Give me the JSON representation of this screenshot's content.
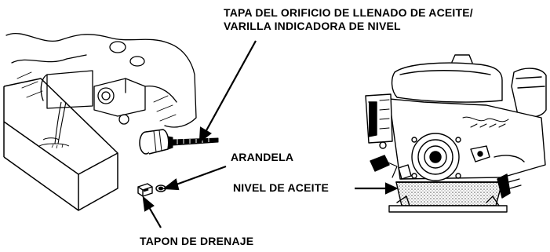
{
  "labels": {
    "cap_line1": "TAPA DEL ORIFICIO DE LLENADO DE ACEITE/",
    "cap_line2": "VARILLA INDICADORA DE NIVEL",
    "washer": "ARANDELA",
    "oil_level": "NIVEL DE ACEITE",
    "drain_plug": "TAPON DE DRENAJE"
  },
  "colors": {
    "ink": "#000000",
    "paper": "#ffffff",
    "oil_dots": "#666666"
  },
  "icons": [
    "drain-pan",
    "oil-filler-dipstick",
    "washer",
    "drain-plug",
    "engine"
  ]
}
